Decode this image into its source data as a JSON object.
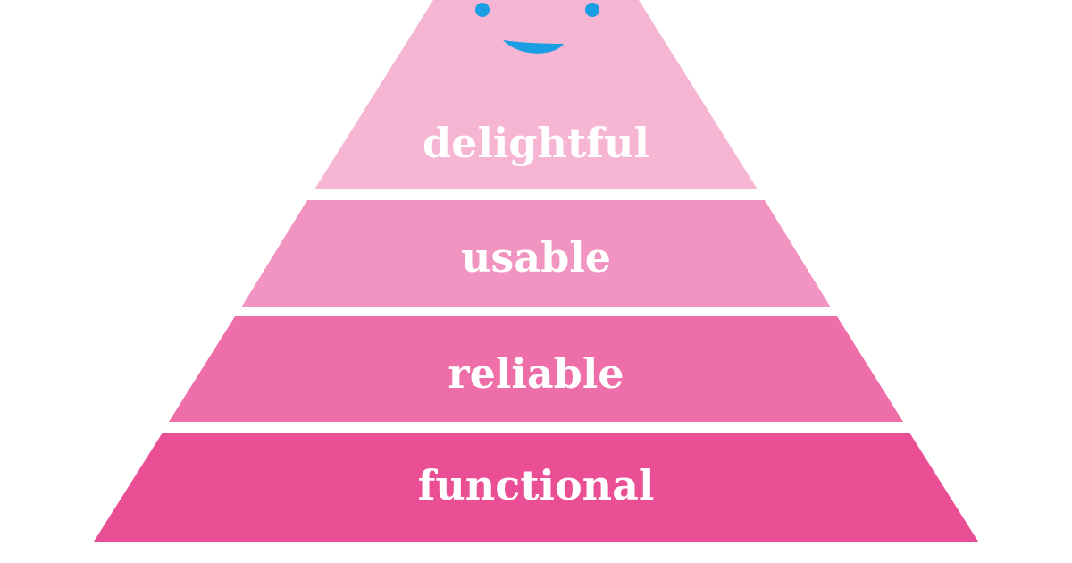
{
  "colors": {
    "background": "#ffffff",
    "label_text": "#ffffff",
    "face_features": "#1a9ee3"
  },
  "face": {
    "icon": "smiley-face-icon"
  },
  "tiers": [
    {
      "label": "delightful",
      "color": "#f6b6d3"
    },
    {
      "label": "usable",
      "color": "#f294c1"
    },
    {
      "label": "reliable",
      "color": "#ee6ea9"
    },
    {
      "label": "functional",
      "color": "#ea4f95"
    }
  ]
}
